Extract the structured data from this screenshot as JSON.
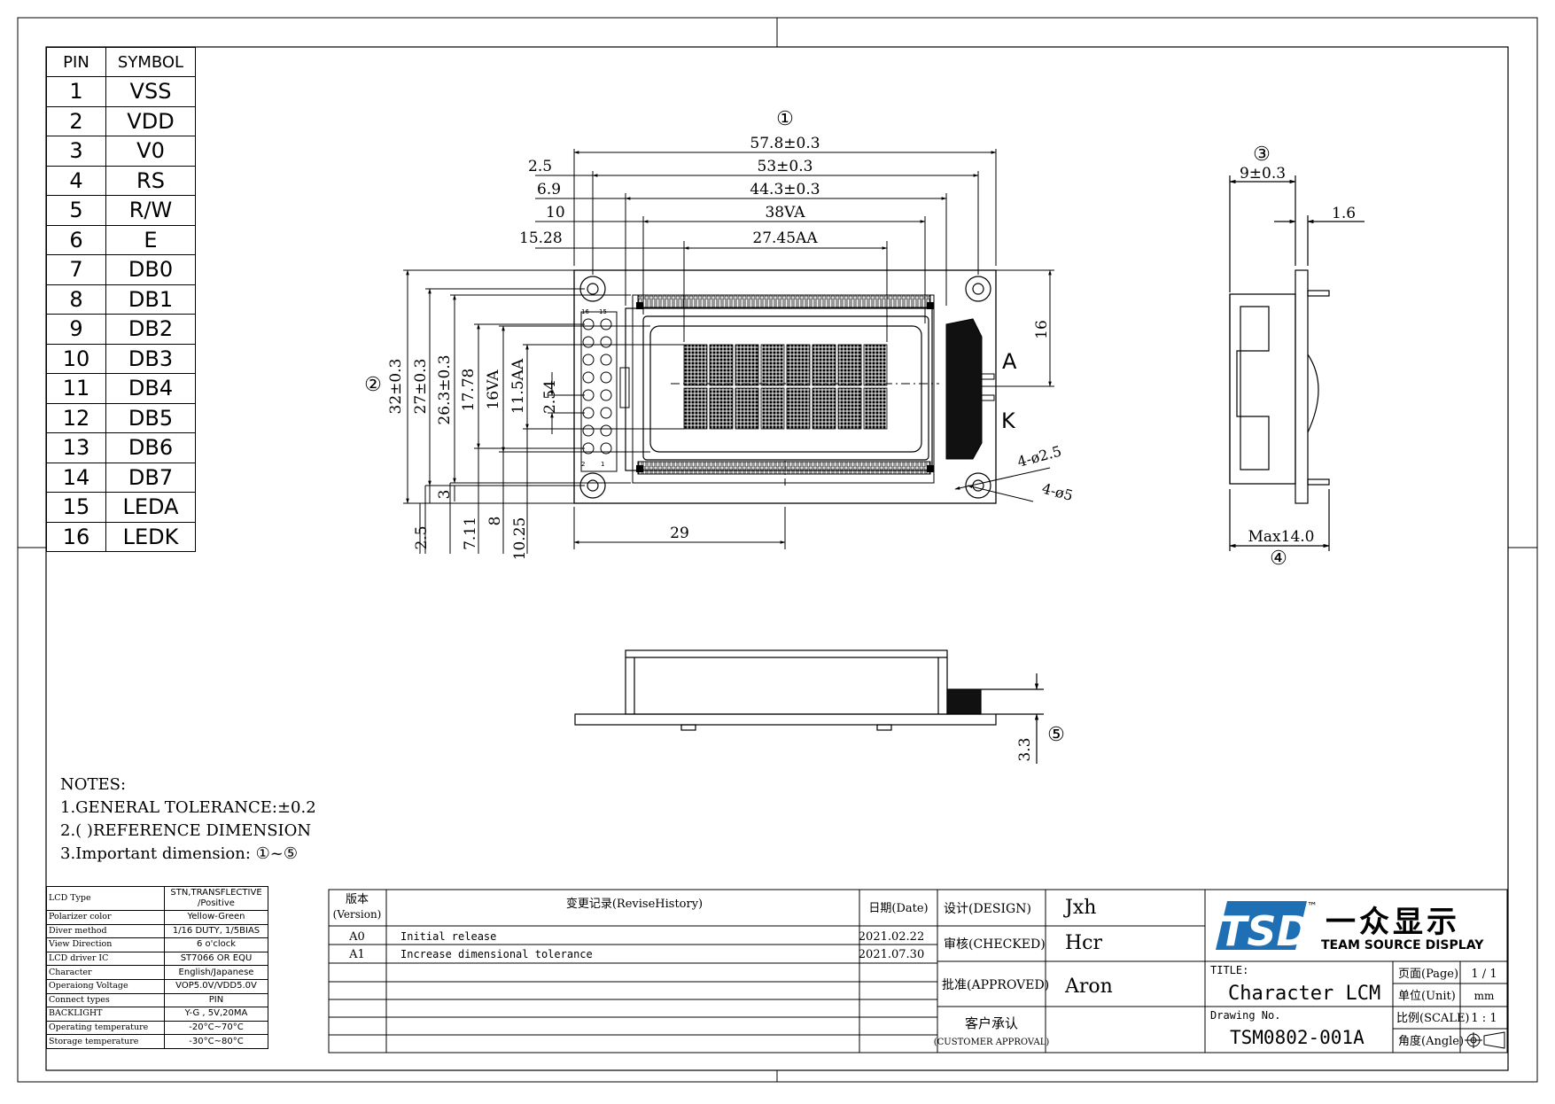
{
  "pin_table": {
    "headers": [
      "PIN",
      "SYMBOL"
    ],
    "rows": [
      [
        "1",
        "VSS"
      ],
      [
        "2",
        "VDD"
      ],
      [
        "3",
        "V0"
      ],
      [
        "4",
        "RS"
      ],
      [
        "5",
        "R/W"
      ],
      [
        "6",
        "E"
      ],
      [
        "7",
        "DB0"
      ],
      [
        "8",
        "DB1"
      ],
      [
        "9",
        "DB2"
      ],
      [
        "10",
        "DB3"
      ],
      [
        "11",
        "DB4"
      ],
      [
        "12",
        "DB5"
      ],
      [
        "13",
        "DB6"
      ],
      [
        "14",
        "DB7"
      ],
      [
        "15",
        "LEDA"
      ],
      [
        "16",
        "LEDK"
      ]
    ]
  },
  "front_view": {
    "top_dims": [
      "57.8±0.3",
      "53±0.3",
      "44.3±0.3",
      "38VA",
      "27.45AA"
    ],
    "left_offsets": [
      "2.5",
      "6.9",
      "10",
      "15.28"
    ],
    "circle_top": "①",
    "circle_left": "②",
    "vertical_dims": [
      "32±0.3",
      "27±0.3",
      "26.3±0.3",
      "17.78",
      "16VA",
      "11.5AA",
      "2.54"
    ],
    "bottom_dims": [
      "2.5",
      "7.11",
      "8",
      "10.25"
    ],
    "dim_3": "3",
    "dim_29": "29",
    "dim_16": "16",
    "label_a": "A",
    "label_k": "K",
    "hole_1": "4-ø2.5",
    "hole_2": "4-ø5",
    "pin_num_16": "16",
    "pin_num_15": "15",
    "pin_num_2": "2",
    "pin_num_1": "1"
  },
  "side_view": {
    "circle_top": "③",
    "circle_bottom": "④",
    "dim_top": "9±0.3",
    "dim_pcb": "1.6",
    "dim_bottom": "Max14.0"
  },
  "bottom_view": {
    "dim": "3.3",
    "circle": "⑤"
  },
  "notes": {
    "title": "NOTES:",
    "line1": "1.GENERAL TOLERANCE:±0.2",
    "line2": "2.(  )REFERENCE DIMENSION",
    "line3": "3.Important dimension: ①~⑤"
  },
  "spec_table": [
    [
      "LCD Type",
      "STN,TRANSFLECTIVE /Positive"
    ],
    [
      "Polarizer color",
      "Yellow-Green"
    ],
    [
      "Diver method",
      "1/16 DUTY, 1/5BIAS"
    ],
    [
      "View Direction",
      "6 o'clock"
    ],
    [
      "LCD driver IC",
      "ST7066 OR EQU"
    ],
    [
      "Character",
      "English/Japanese"
    ],
    [
      "Operaiong Voltage",
      "VOP5.0V/VDD5.0V"
    ],
    [
      "Connect types",
      "PIN"
    ],
    [
      "BACKLIGHT",
      "Y-G , 5V,20MA"
    ],
    [
      "Operating temperature",
      "-20°C~70°C"
    ],
    [
      "Storage temperature",
      "-30°C~80°C"
    ]
  ],
  "revision": {
    "version_label": "版本",
    "version_label_en": "(Version)",
    "history_label": "变更记录(ReviseHistory)",
    "date_label": "日期(Date)",
    "rows": [
      {
        "version": "A0",
        "desc": "Initial release",
        "date": "2021.02.22"
      },
      {
        "version": "A1",
        "desc": "Increase dimensional tolerance",
        "date": "2021.07.30"
      }
    ]
  },
  "approval": {
    "design_label": "设计(DESIGN)",
    "design_value": "Jxh",
    "checked_label": "审核(CHECKED)",
    "checked_value": "Hcr",
    "approved_label": "批准(APPROVED)",
    "approved_value": "Aron",
    "customer_label": "客户承认",
    "customer_label_en": "(CUSTOMER APPROVAL)"
  },
  "title_block": {
    "logo_mark": "TSD",
    "logo_tm": "™",
    "company_cn": "一众显示",
    "company_en": "TEAM SOURCE DISPLAY",
    "title_label": "TITLE:",
    "title_value": "Character LCM",
    "drawing_label": "Drawing No.",
    "drawing_value": "TSM0802-001A",
    "page_label": "页面(Page)",
    "page_value": "1 / 1",
    "unit_label": "单位(Unit)",
    "unit_value": "mm",
    "scale_label": "比例(SCALE)",
    "scale_value": "1 : 1",
    "angle_label": "角度(Angle)",
    "logo_color": "#1f6fb5"
  }
}
